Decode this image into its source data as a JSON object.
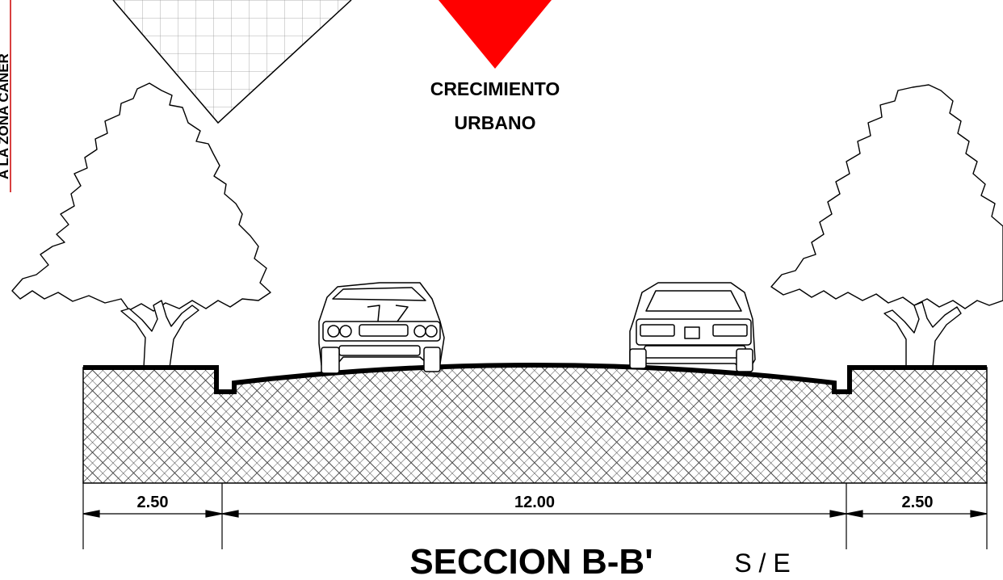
{
  "top_left_vertical_label": "A LA ZONA CAÑER",
  "arrow_label_line1": "CRECIMIENTO",
  "arrow_label_line2": "URBANO",
  "dimensions": [
    {
      "name": "left-sidewalk",
      "value": "2.50"
    },
    {
      "name": "roadway",
      "value": "12.00"
    },
    {
      "name": "right-sidewalk",
      "value": "2.50"
    }
  ],
  "title": "SECCION B-B'",
  "scale": "S / E",
  "colors": {
    "arrow": "#ff0000",
    "side_line": "#cc0000",
    "ink": "#000000"
  }
}
